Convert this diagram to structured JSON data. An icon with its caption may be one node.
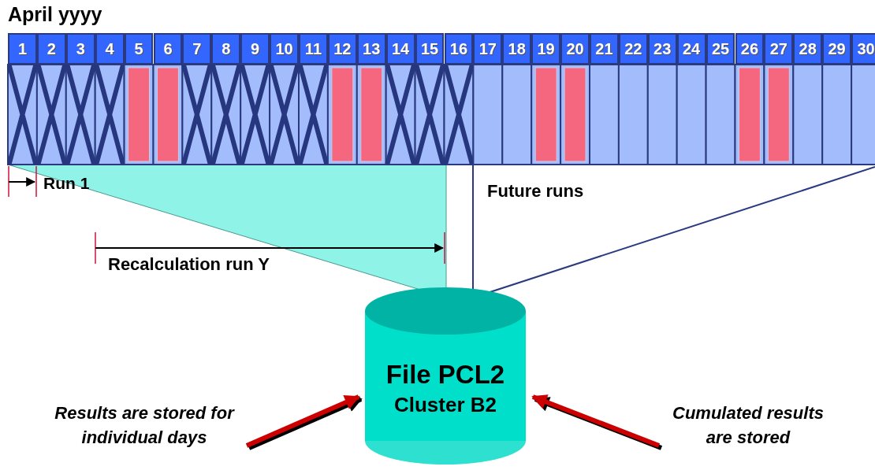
{
  "diagram": {
    "title": "April yyyy",
    "nodes": [
      {
        "text": [
          "1"
        ]
      },
      {
        "text": [
          "2"
        ]
      },
      {
        "text": [
          "3"
        ]
      },
      {
        "text": [
          "4"
        ]
      },
      {
        "text": [
          "5"
        ]
      },
      {
        "text": [
          "6"
        ]
      },
      {
        "text": [
          "7"
        ]
      },
      {
        "text": [
          "8"
        ]
      },
      {
        "text": [
          "9"
        ]
      },
      {
        "text": [
          "10"
        ]
      },
      {
        "text": [
          "11"
        ]
      },
      {
        "text": [
          "12"
        ]
      },
      {
        "text": [
          "13"
        ]
      },
      {
        "text": [
          "14"
        ]
      },
      {
        "text": [
          "15"
        ]
      },
      {
        "text": [
          "16"
        ]
      },
      {
        "text": [
          "17"
        ]
      },
      {
        "text": [
          "18"
        ]
      },
      {
        "text": [
          "19"
        ]
      },
      {
        "text": [
          "20"
        ]
      },
      {
        "text": [
          "21"
        ]
      },
      {
        "text": [
          "22"
        ]
      },
      {
        "text": [
          "23"
        ]
      },
      {
        "text": [
          "24"
        ]
      },
      {
        "text": [
          "25"
        ]
      },
      {
        "text": [
          "26"
        ]
      },
      {
        "text": [
          "27"
        ]
      },
      {
        "text": [
          "28"
        ]
      },
      {
        "text": [
          "29"
        ]
      },
      {
        "text": [
          "30"
        ]
      },
      {
        "text": [
          "File PCL2",
          "Cluster B2"
        ]
      },
      {
        "text": [
          "Results are stored for individual days"
        ]
      },
      {
        "text": [
          "Cumulated results are stored"
        ]
      }
    ],
    "edges": [
      {
        "from": 31,
        "to": 30,
        "arrow": "to"
      },
      {
        "from": 32,
        "to": 30,
        "arrow": "to"
      }
    ],
    "labels": [
      "Run 1",
      "Recalculation run Y",
      "Future runs"
    ]
  }
}
